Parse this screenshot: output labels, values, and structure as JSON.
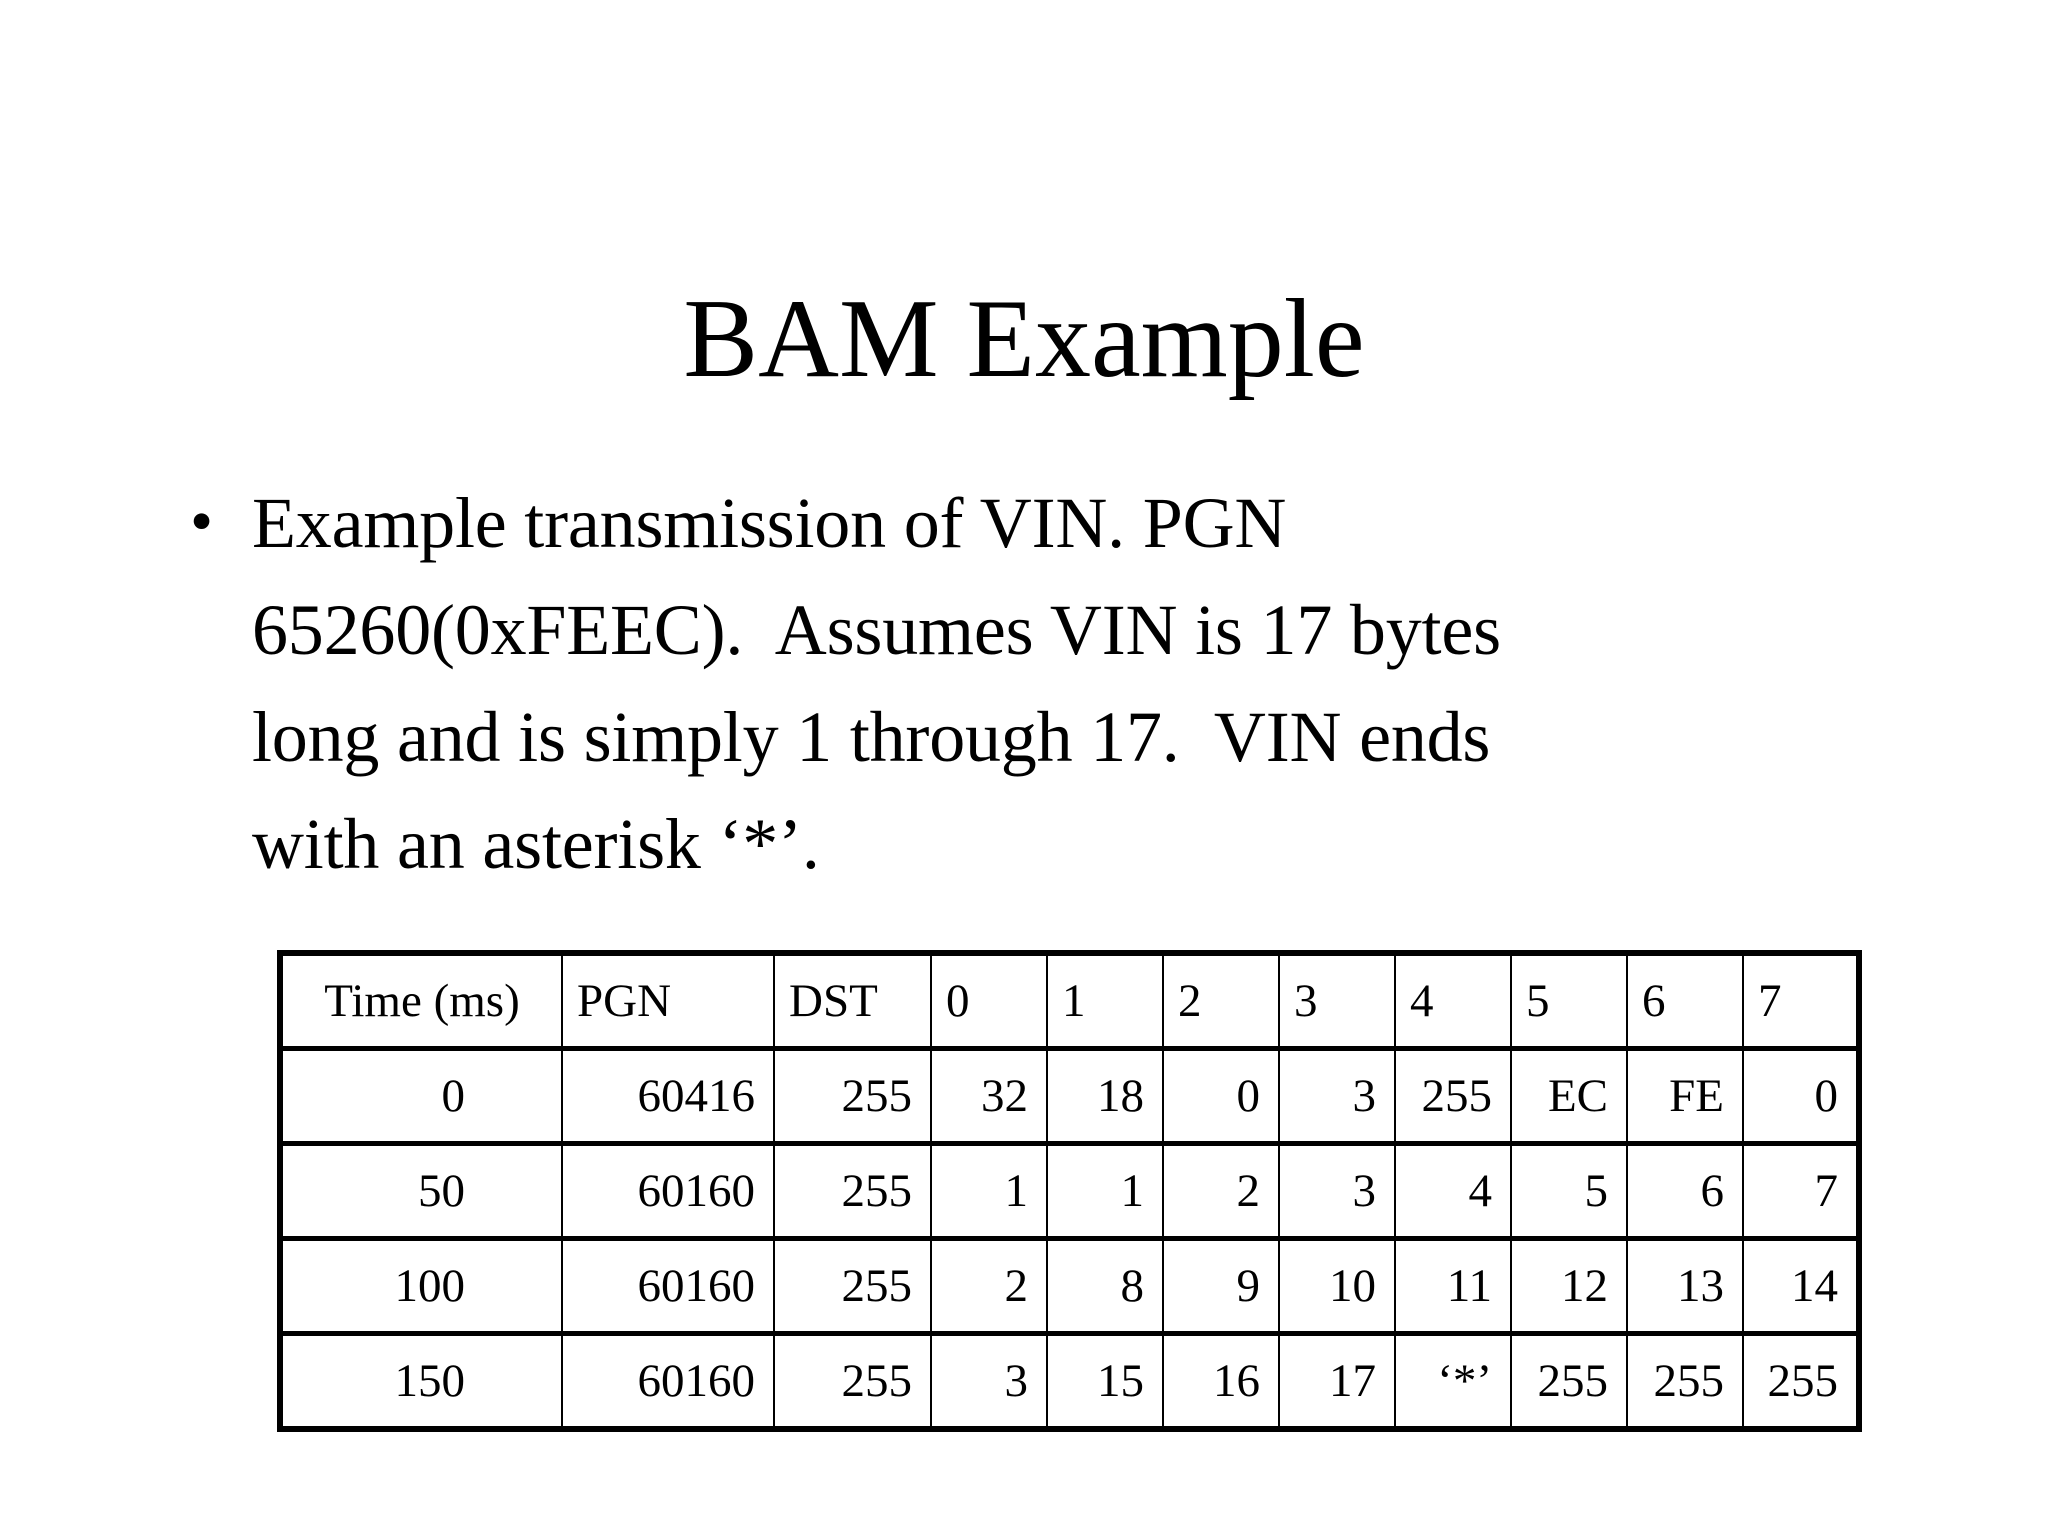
{
  "slide": {
    "title": "BAM Example",
    "background_color": "#ffffff",
    "text_color": "#000000"
  },
  "body": {
    "bullets": [
      {
        "marker": "•",
        "lines": [
          "Example transmission of VIN. PGN",
          "65260(0xFEEC).  Assumes VIN is 17 bytes",
          "long and is simply 1 through 17.  VIN ends",
          "with an asterisk ‘*’."
        ],
        "text": "Example transmission of VIN. PGN 65260(0xFEEC).  Assumes VIN is 17 bytes long and is simply 1 through 17.  VIN ends with an asterisk ‘*’."
      }
    ]
  },
  "table": {
    "headers": [
      "Time (ms)",
      "PGN",
      "DST",
      "0",
      "1",
      "2",
      "3",
      "4",
      "5",
      "6",
      "7"
    ],
    "rows": [
      [
        "0",
        "60416",
        "255",
        "32",
        "18",
        "0",
        "3",
        "255",
        "EC",
        "FE",
        "0"
      ],
      [
        "50",
        "60160",
        "255",
        "1",
        "1",
        "2",
        "3",
        "4",
        "5",
        "6",
        "7"
      ],
      [
        "100",
        "60160",
        "255",
        "2",
        "8",
        "9",
        "10",
        "11",
        "12",
        "13",
        "14"
      ],
      [
        "150",
        "60160",
        "255",
        "3",
        "15",
        "16",
        "17",
        "‘*’",
        "255",
        "255",
        "255"
      ]
    ]
  }
}
